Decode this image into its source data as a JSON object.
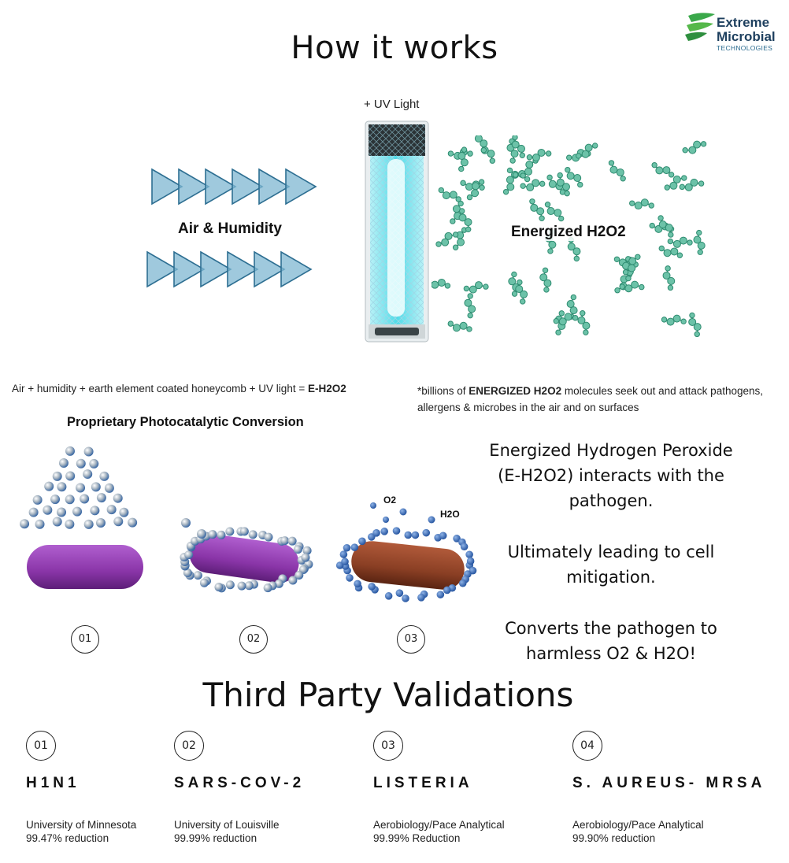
{
  "title": "How it works",
  "logo": {
    "line1": "Extreme",
    "line2": "Microbial",
    "line3": "TECHNOLOGIES"
  },
  "diagram": {
    "uv_label": "+ UV Light",
    "air_label": "Air & Humidity",
    "h2o2_label": "Energized H2O2"
  },
  "formula": {
    "text": "Air + humidity + earth element coated honeycomb + UV light = ",
    "bold": "E-H2O2"
  },
  "billions": {
    "prefix": "*billions of ",
    "bold": "ENERGIZED H2O2",
    "suffix": " molecules seek out and attack pathogens, allergens & microbes in the air and on surfaces"
  },
  "conversion_title": "Proprietary Photocatalytic Conversion",
  "steps": [
    "01",
    "02",
    "03"
  ],
  "molecule_labels": {
    "o2": "O2",
    "h2o": "H2O"
  },
  "explanation": {
    "p1": "Energized Hydrogen Peroxide (E-H2O2) interacts with the pathogen.",
    "p2": "Ultimately leading to cell mitigation.",
    "p3": "Converts the pathogen to harmless O2 & H2O!"
  },
  "validations_title": "Third Party Validations",
  "validations": [
    {
      "num": "01",
      "name": "H1N1",
      "source": "University of Minnesota",
      "reduction": "99.47% reduction"
    },
    {
      "num": "02",
      "name": "SARS-COV-2",
      "source": "University of Louisville",
      "reduction": "99.99% reduction"
    },
    {
      "num": "03",
      "name": "LISTERIA",
      "source": "Aerobiology/Pace Analytical",
      "reduction": "99.99% Reduction"
    },
    {
      "num": "04",
      "name": "S. AUREUS- MRSA",
      "source": "Aerobiology/Pace Analytical",
      "reduction": "99.90% reduction"
    }
  ],
  "colors": {
    "arrow_fill": "#7fb7d1",
    "arrow_stroke": "#2e6f92",
    "molecule": "#6cc2a8",
    "molecule_dark": "#2e8b70",
    "bacterium_purple": "#8e3aa8",
    "bacterium_brown": "#8a3f24",
    "uv_glow": "#5fe3ec",
    "brand_green": "#3aa84a"
  }
}
